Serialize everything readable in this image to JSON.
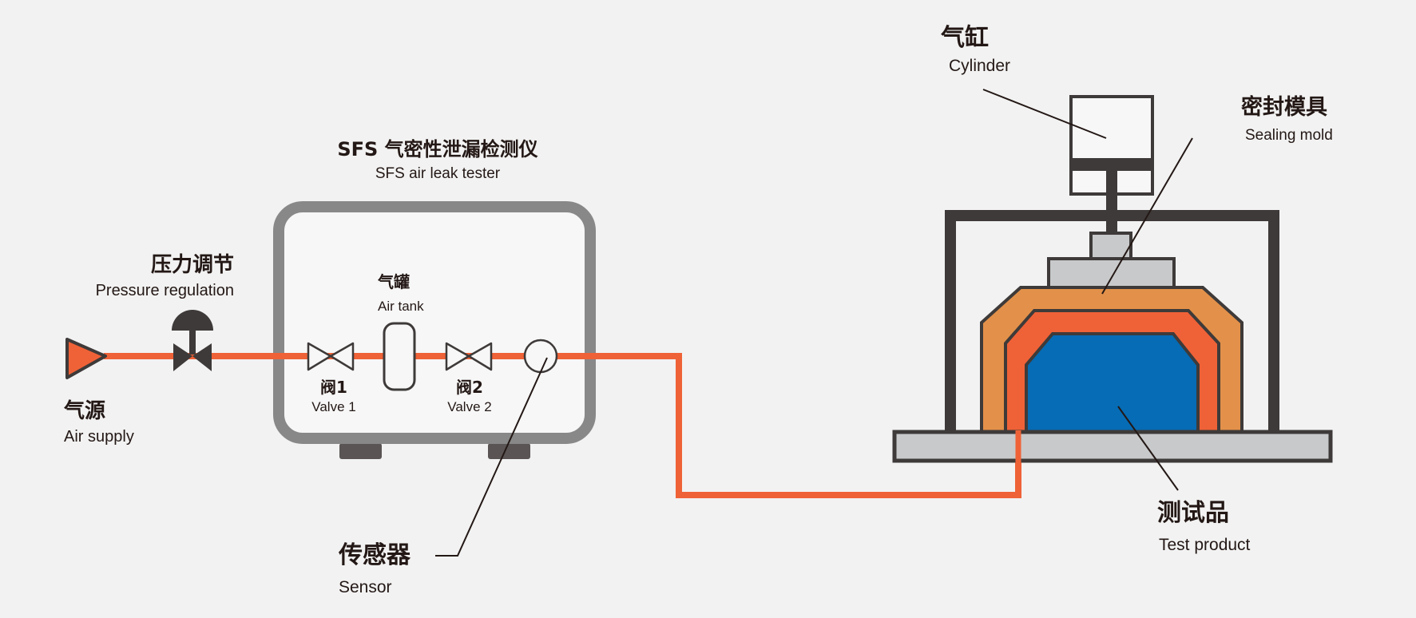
{
  "title": {
    "cn": "SFS 气密性泄漏检测仪",
    "en": "SFS air leak tester"
  },
  "labels": {
    "air_supply": {
      "cn": "气源",
      "en": "Air supply"
    },
    "pressure_regulation": {
      "cn": "压力调节",
      "en": "Pressure regulation"
    },
    "air_tank": {
      "cn": "气罐",
      "en": "Air tank"
    },
    "valve1": {
      "cn": "阀1",
      "en": "Valve 1"
    },
    "valve2": {
      "cn": "阀2",
      "en": "Valve 2"
    },
    "sensor": {
      "cn": "传感器",
      "en": "Sensor"
    },
    "cylinder": {
      "cn": "气缸",
      "en": "Cylinder"
    },
    "sealing_mold": {
      "cn": "密封模具",
      "en": "Sealing mold"
    },
    "test_product": {
      "cn": "测试品",
      "en": "Test product"
    }
  },
  "colors": {
    "background": "#f2f2f2",
    "pipe": "#ef6237",
    "outline": "#3e3a39",
    "tester_frame": "#888888",
    "mold_outer": "#e3914a",
    "mold_inner": "#ef6237",
    "product": "#066cb5",
    "fixture_gray": "#c8c9ca"
  }
}
